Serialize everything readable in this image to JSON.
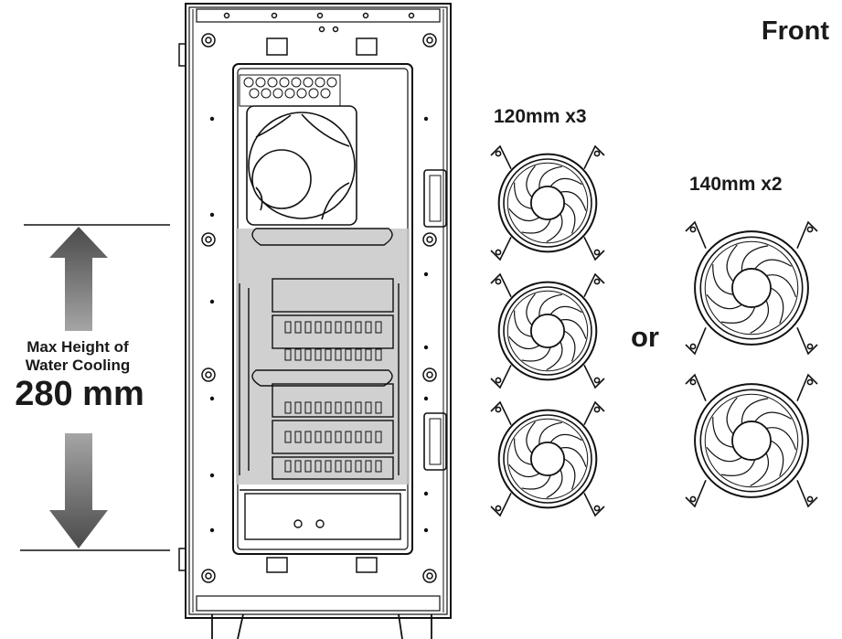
{
  "front_label": "Front",
  "fan_options": {
    "small": {
      "label": "120mm x3",
      "count": 3
    },
    "large": {
      "label": "140mm x2",
      "count": 2
    },
    "separator": "or"
  },
  "height_indicator": {
    "line1": "Max Height of",
    "line2": "Water Cooling",
    "value": "280 mm"
  },
  "colors": {
    "line": "#111111",
    "highlight_fill": "#c8c8c8",
    "arrow_dark": "#4a4a4a",
    "arrow_light": "#a0a0a0"
  }
}
